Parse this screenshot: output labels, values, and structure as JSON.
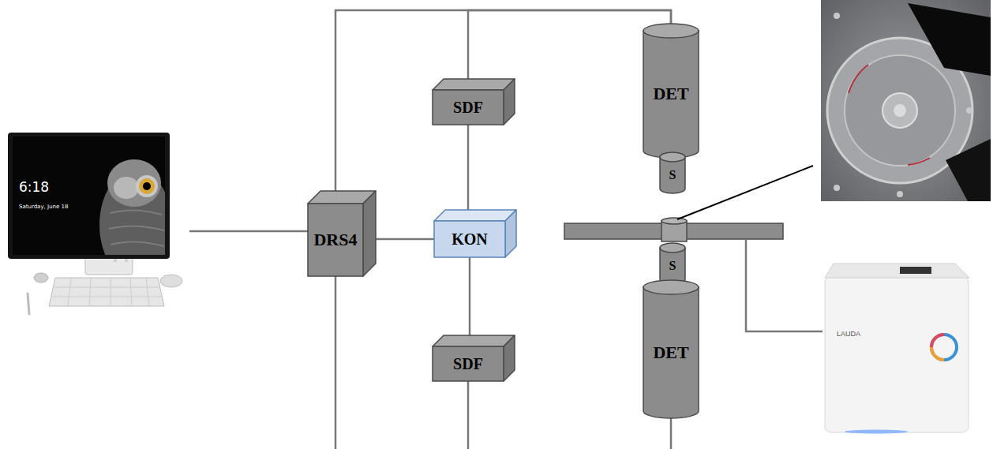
{
  "diagram": {
    "nodes": [
      {
        "text": [
          "DRS4"
        ]
      },
      {
        "text": [
          "SDF"
        ]
      },
      {
        "text": [
          "KON"
        ]
      },
      {
        "text": [
          "SDF"
        ]
      },
      {
        "text": [
          "DET"
        ]
      },
      {
        "text": [
          "S"
        ]
      },
      {
        "text": [
          "S"
        ]
      },
      {
        "text": [
          "DET"
        ]
      }
    ],
    "edges": [
      {
        "from": 0,
        "to": 2,
        "arrow": "none"
      },
      {
        "from": 1,
        "to": 2,
        "arrow": "none"
      },
      {
        "from": 2,
        "to": 3,
        "arrow": "none"
      },
      {
        "from": 4,
        "to": 1,
        "arrow": "none"
      },
      {
        "from": 4,
        "to": 0,
        "arrow": "none"
      }
    ],
    "labels": [
      "6:18",
      "Saturday, June 18",
      "LAUDA"
    ]
  }
}
